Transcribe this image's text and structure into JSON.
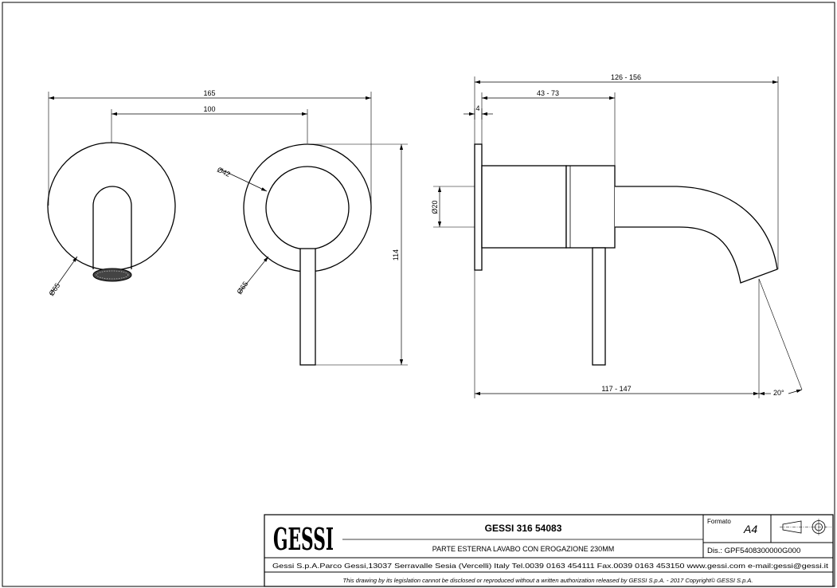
{
  "drawing": {
    "front_view": {
      "overall_width": "165",
      "center_distance": "100",
      "plate_diameter_left": "Ø65",
      "plate_diameter_right": "Ø65",
      "handle_diameter": "Ø42",
      "height": "114"
    },
    "side_view": {
      "total_depth": "126 - 156",
      "body_depth": "43 - 73",
      "plate_thickness": "4",
      "spout_diameter": "Ø20",
      "spout_length": "117 - 147",
      "outlet_angle": "20°"
    }
  },
  "title_block": {
    "logo_text": "GESSI",
    "product_code": "GESSI 316 54083",
    "description": "PARTE ESTERNA LAVABO CON EROGAZIONE 230MM",
    "format_label": "Formato",
    "format_value": "A4",
    "drawing_number": "Dis.: GPF5408300000G000",
    "address_line": "Gessi S.p.A.Parco Gessi,13037 Serravalle Sesia (Vercelli) Italy Tel.0039 0163 454111 Fax.0039 0163 453150 www.gessi.com e-mail:gessi@gessi.it",
    "legal_notice": "This drawing by its legislation cannot be disclosed or reproduced without a written authorization released by GESSI S.p.A. - 2017 Copyright© GESSI S.p.A."
  }
}
